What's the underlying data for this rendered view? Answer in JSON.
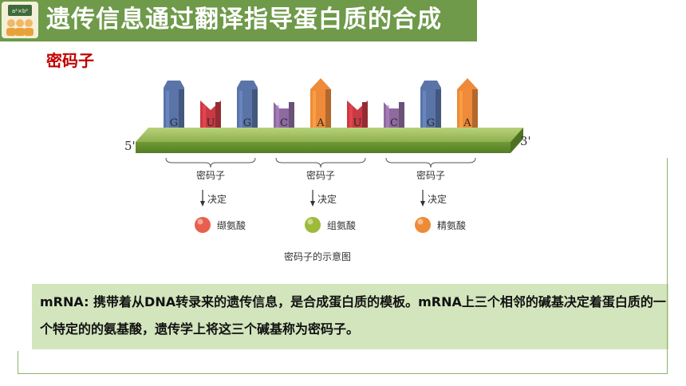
{
  "header": {
    "title": "遗传信息通过翻译指导蛋白质的合成",
    "logo_text": "a²×b²"
  },
  "subtitle": "密码子",
  "diagram": {
    "end5": "5'",
    "end3": "3'",
    "bases": [
      "G",
      "U",
      "G",
      "C",
      "A",
      "U",
      "C",
      "G",
      "A"
    ],
    "colors": {
      "G": "#5b74a8",
      "U": "#c83a44",
      "C": "#8e6aa0",
      "A": "#ee8a3a"
    },
    "codons": [
      {
        "label": "密码子",
        "arrow": "决定",
        "amino": "缬氨酸",
        "color": "#e8604d"
      },
      {
        "label": "密码子",
        "arrow": "决定",
        "amino": "组氨酸",
        "color": "#9dbb3a"
      },
      {
        "label": "密码子",
        "arrow": "决定",
        "amino": "精氨酸",
        "color": "#ee8b36"
      }
    ],
    "caption": "密码子的示意图"
  },
  "info": {
    "text": "mRNA: 携带着从DNA转录来的遗传信息，是合成蛋白质的模板。mRNA上三个相邻的碱基决定着蛋白质的一个特定的的氨基酸，遗传学上将这三个碱基称为密码子。"
  }
}
